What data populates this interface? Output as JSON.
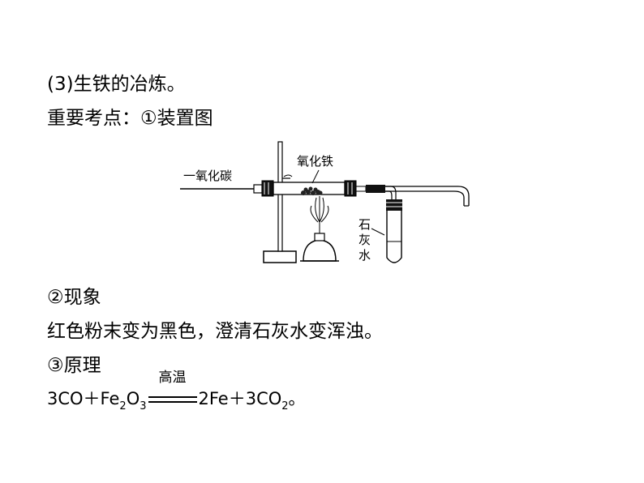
{
  "lines": {
    "heading": "(3)生铁的冶炼。",
    "key_points": "重要考点：①装置图",
    "phenomenon_title": "②现象",
    "phenomenon_text": "红色粉末变为黑色，澄清石灰水变浑浊。",
    "principle_title": "③原理"
  },
  "diagram": {
    "label_gas": "一氧化碳",
    "label_tube": "氧化铁",
    "label_limewater": [
      "石",
      "灰",
      "水"
    ]
  },
  "equation": {
    "left": "3CO＋Fe",
    "sub1": "2",
    "mid": "O",
    "sub2": "3",
    "condition": "高温",
    "right": "2Fe＋3CO",
    "sub3": "2",
    "end": "。"
  }
}
